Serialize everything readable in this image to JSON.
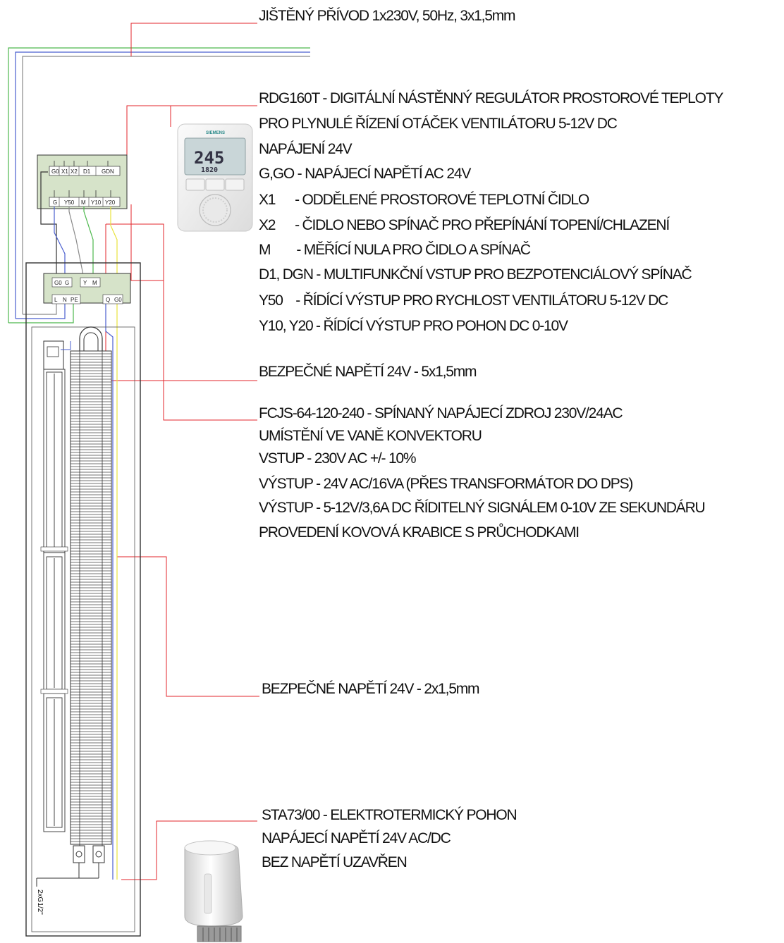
{
  "colors": {
    "wire_red": "#e3262b",
    "wire_green": "#4cb84c",
    "wire_blue": "#4a5fcf",
    "wire_yellow": "#e8e23c",
    "wire_gray": "#8a8a8a",
    "module_fill": "#d6e3c9",
    "outline": "#333333"
  },
  "labels": {
    "supply": "JIŠTĚNÝ PŘÍVOD 1x230V, 50Hz, 3x1,5mm",
    "controller": [
      "RDG160T - DIGITÁLNÍ NÁSTĚNNÝ REGULÁTOR PROSTOROVÉ TEPLOTY",
      "PRO PLYNULÉ ŘÍZENÍ OTÁČEK VENTILÁTORU 5-12V DC",
      "NAPÁJENÍ 24V",
      "G,GO - NAPÁJECÍ NAPĚTÍ AC 24V",
      "X1      - ODDĚLENÉ PROSTOROVÉ TEPLOTNÍ ČIDLO",
      "X2      - ČIDLO NEBO SPÍNAČ PRO PŘEPÍNÁNÍ TOPENÍ/CHLAZENÍ",
      "M        - MĚŘÍCÍ NULA PRO ČIDLO A SPÍNAČ",
      "D1, DGN - MULTIFUNKČNÍ VSTUP PRO BEZPOTENCIÁLOVÝ SPÍNAČ",
      "Y50    - ŘÍDÍCÍ VÝSTUP PRO RYCHLOST VENTILÁTORU 5-12V DC",
      "Y10, Y20 - ŘÍDÍCÍ VÝSTUP PRO POHON DC 0-10V"
    ],
    "safe_voltage_5": "BEZPEČNÉ NAPĚTÍ 24V - 5x1,5mm",
    "power_supply": [
      "FCJS-64-120-240 - SPÍNANÝ NAPÁJECÍ ZDROJ 230V/24AC",
      "UMÍSTĚNÍ VE VANĚ KONVEKTORU",
      "VSTUP - 230V AC +/- 10%",
      "VÝSTUP - 24V AC/16VA (PŘES TRANSFORMÁTOR DO DPS)",
      "VÝSTUP - 5-12V/3,6A DC ŘÍDITELNÝ SIGNÁLEM 0-10V ZE SEKUNDÁRU",
      "PROVEDENÍ KOVOVÁ KRABICE S PRŮCHODKAMI"
    ],
    "safe_voltage_2": "BEZPEČNÉ NAPĚTÍ 24V - 2x1,5mm",
    "actuator": [
      "STA73/00 - ELEKTROTERMICKÝ POHON",
      "NAPÁJECÍ NAPĚTÍ 24V AC/DC",
      "BEZ NAPĚTÍ UZAVŘEN"
    ],
    "pipe": "2xG1/2\""
  },
  "terminals": {
    "controller_top": [
      "G0",
      "X1",
      "X2",
      "D1",
      "GDN"
    ],
    "controller_bottom": [
      "G",
      "Y50",
      "M",
      "Y10",
      "Y20"
    ],
    "psu_top": [
      "G0",
      "G",
      "Y",
      "M"
    ],
    "psu_bottom": [
      "L",
      "N",
      "PE",
      "Q",
      "G0"
    ]
  },
  "thermostat": {
    "brand": "SIEMENS",
    "display_main": "245",
    "display_sub": "1820"
  }
}
